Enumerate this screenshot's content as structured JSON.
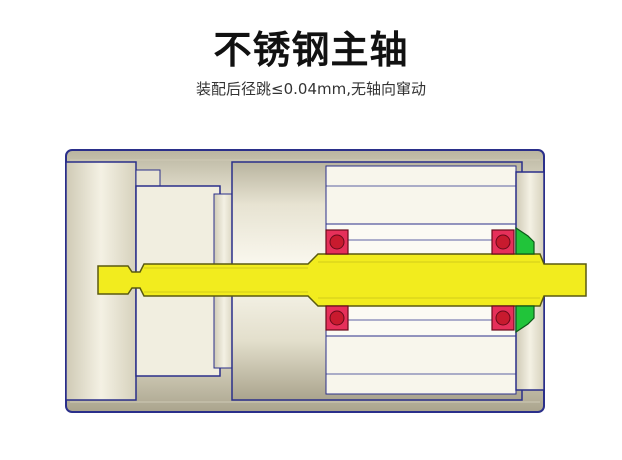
{
  "header": {
    "title": "不锈钢主轴",
    "subtitle": "装配后径跳≤0.04mm,无轴向窜动"
  },
  "diagram": {
    "components": [
      "housing",
      "stainless-steel-spindle",
      "bearing",
      "shaft-seal"
    ],
    "colors": {
      "spindle": "#f2ec1e",
      "bearing_ring": "#e6305a",
      "bearing_ball": "#c81a2e",
      "seal": "#21c43a",
      "housing_light": "#f6f3e6",
      "housing_dark": "#b8b39c",
      "outline": "#2a2f8a"
    }
  }
}
